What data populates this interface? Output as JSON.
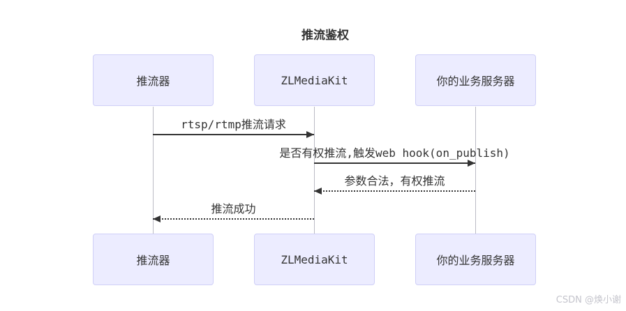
{
  "title": "推流鉴权",
  "actors": [
    {
      "id": "pusher",
      "label": "推流器"
    },
    {
      "id": "zlmediakit",
      "label": "ZLMediaKit"
    },
    {
      "id": "business-server",
      "label": "你的业务服务器"
    }
  ],
  "messages": [
    {
      "text": "rtsp/rtmp推流请求",
      "from": "推流器",
      "to": "ZLMediaKit",
      "line": "solid",
      "direction": "right"
    },
    {
      "text": "是否有权推流,触发web hook(on_publish)",
      "from": "ZLMediaKit",
      "to": "你的业务服务器",
      "line": "solid",
      "direction": "right"
    },
    {
      "text": "参数合法，有权推流",
      "from": "你的业务服务器",
      "to": "ZLMediaKit",
      "line": "dotted",
      "direction": "left"
    },
    {
      "text": "推流成功",
      "from": "ZLMediaKit",
      "to": "推流器",
      "line": "dotted",
      "direction": "left"
    }
  ],
  "watermark": "CSDN @焕小谢",
  "colors": {
    "actor_fill": "#ECECFF",
    "actor_border": "#CFCFF7",
    "arrow": "#333333",
    "lifeline": "#BBBBC5",
    "text": "#333333",
    "watermark": "#C4C4CC",
    "background": "#FFFFFF"
  }
}
